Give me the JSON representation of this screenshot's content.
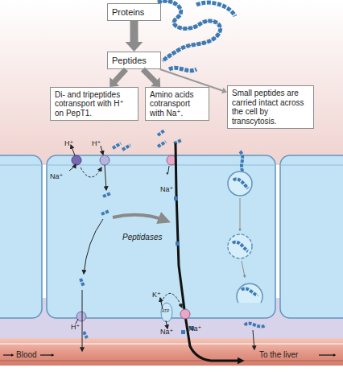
{
  "diagram": {
    "nodes": [
      {
        "text": [
          "Proteins"
        ]
      },
      {
        "text": [
          "Peptides"
        ]
      },
      {
        "text": [
          "Di- and tripeptides cotransport with H⁺ on PepT1."
        ]
      },
      {
        "text": [
          "Amino acids cotransport with Na⁺."
        ]
      },
      {
        "text": [
          "Small peptides are carried intact across the cell by transcytosis."
        ]
      }
    ],
    "edges": [
      {
        "from": 0,
        "to": 1,
        "arrow": "to"
      },
      {
        "from": 1,
        "to": 2,
        "arrow": "to"
      },
      {
        "from": 1,
        "to": 3,
        "arrow": "to"
      },
      {
        "from": 1,
        "to": 4,
        "arrow": "to"
      }
    ],
    "labels": [
      "H⁺",
      "H⁺",
      "Na⁺",
      "Na⁺",
      "Peptidases",
      "K⁺",
      "ATP",
      "Na⁺",
      "Na⁺",
      "H⁺",
      "Blood",
      "To the liver"
    ]
  }
}
